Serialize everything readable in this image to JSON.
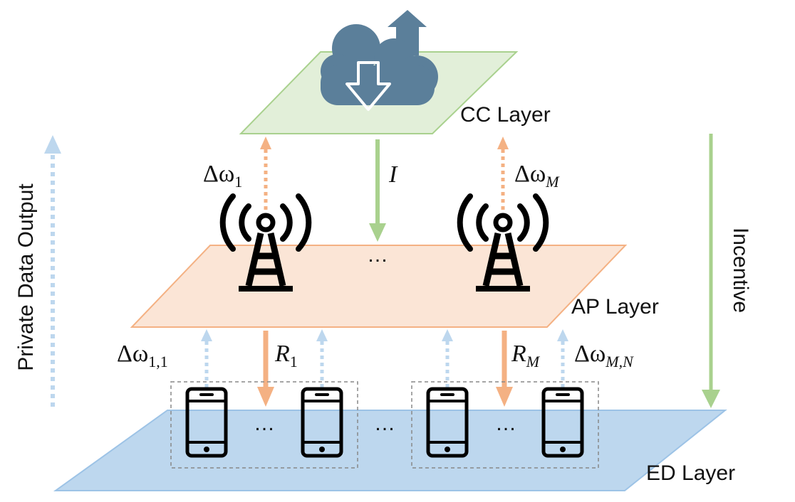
{
  "layers": {
    "cc": "CC Layer",
    "ap": "AP Layer",
    "ed": "ED Layer"
  },
  "side_labels": {
    "left": "Private Data Output",
    "right": "Incentive"
  },
  "math_labels": {
    "delta_w1": {
      "base": "Δω",
      "sub": "1"
    },
    "delta_wM": {
      "base": "Δω",
      "sub": "M"
    },
    "I": "I",
    "delta_w11": {
      "base": "Δω",
      "sub": "1,1"
    },
    "R1": {
      "base": "R",
      "sub": "1"
    },
    "RM": {
      "base": "R",
      "sub": "M"
    },
    "delta_wMN": {
      "base": "Δω",
      "sub": "M,N"
    }
  },
  "ellipsis": "…",
  "colors": {
    "cc_plane": "#e2efd9",
    "cc_edge": "#a9d18e",
    "ap_plane": "#fbe5d6",
    "ap_edge": "#f4b183",
    "ed_plane": "#bdd7ee",
    "ed_edge": "#9dc3e6",
    "cloud": "#5b7f9a",
    "upload_arrow": "#5b7f9a",
    "green_arrow": "#a9d18e",
    "orange_arrow": "#f4b183",
    "blue_dotted": "#bdd7ee",
    "icon_black": "#000000"
  },
  "icons": [
    "cloud-download-icon",
    "upload-arrow-icon",
    "radio-tower-icon",
    "smartphone-icon"
  ]
}
